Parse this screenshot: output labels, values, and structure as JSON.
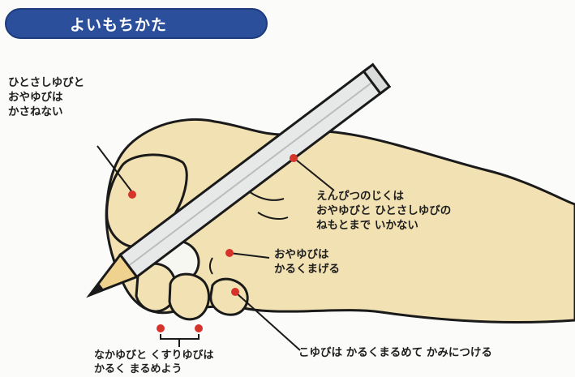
{
  "title": "よいもちかた",
  "notes": {
    "index_thumb": "ひとさしゆびと\nおやゆびは\nかさねない",
    "pencil_axis": "えんぴつのじくは\nおやゆびと ひとさしゆびの\nねもとまで いかない",
    "thumb_curl": "おやゆびは\nかるくまげる",
    "pinky": "こゆびは かるくまるめて かみにつける",
    "middle_ring": "なかゆびと くすりゆびは\nかるく まるめよう"
  },
  "colors": {
    "title_bg": "#2b4f9b",
    "skin": "#f2e1b2",
    "outline": "#1a1a1a",
    "marker": "#d6342a",
    "pencil": "#e7e9e8",
    "pencil_wood": "#efd28e"
  }
}
